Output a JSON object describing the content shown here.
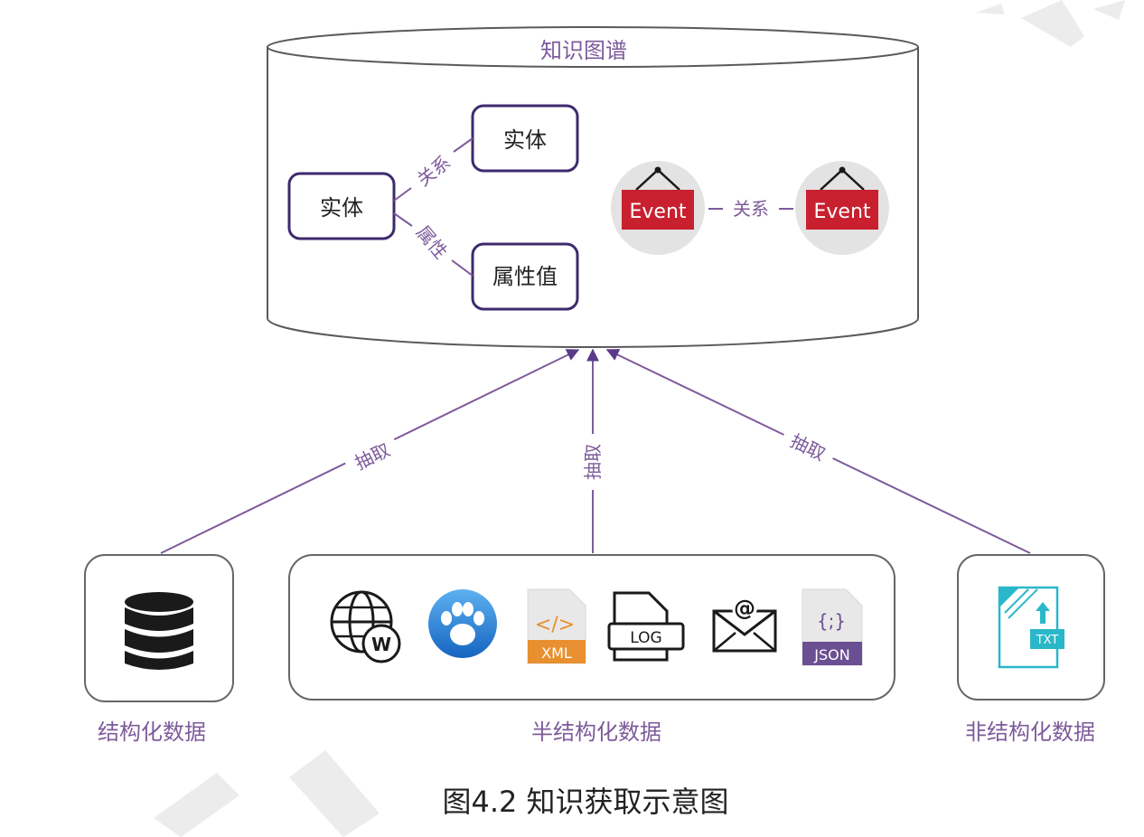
{
  "knowledge_graph": {
    "title": "知识图谱",
    "entity_left": "实体",
    "entity_right": "实体",
    "attribute_value": "属性值",
    "edge_relation": "关系",
    "edge_attribute": "属性",
    "event_left": "Event",
    "event_right": "Event",
    "event_relation": "关系"
  },
  "extraction": {
    "left_label": "抽取",
    "middle_label": "抽取",
    "right_label": "抽取"
  },
  "sources": {
    "structured": {
      "label": "结构化数据",
      "icon": "database-icon"
    },
    "semi_structured": {
      "label": "半结构化数据",
      "icons": [
        "wikipedia-globe-icon",
        "baidu-paw-icon",
        "xml-file-icon",
        "log-file-icon",
        "email-icon",
        "json-file-icon"
      ],
      "xml_text": "XML",
      "xml_code": "</>",
      "log_text": "LOG",
      "json_text": "JSON",
      "json_code": "{;}",
      "wiki_letter": "W"
    },
    "unstructured": {
      "label": "非结构化数据",
      "icon": "txt-file-icon",
      "txt_text": "TXT"
    }
  },
  "caption": "图4.2 知识获取示意图",
  "colors": {
    "purple_accent": "#5a3a8a",
    "label_purple": "#7d5b9b",
    "event_red": "#c8202f",
    "xml_orange": "#e8902f",
    "json_purple": "#6b4f93",
    "txt_teal": "#2ab7c9",
    "baidu_blue": "#1e7fd6"
  }
}
